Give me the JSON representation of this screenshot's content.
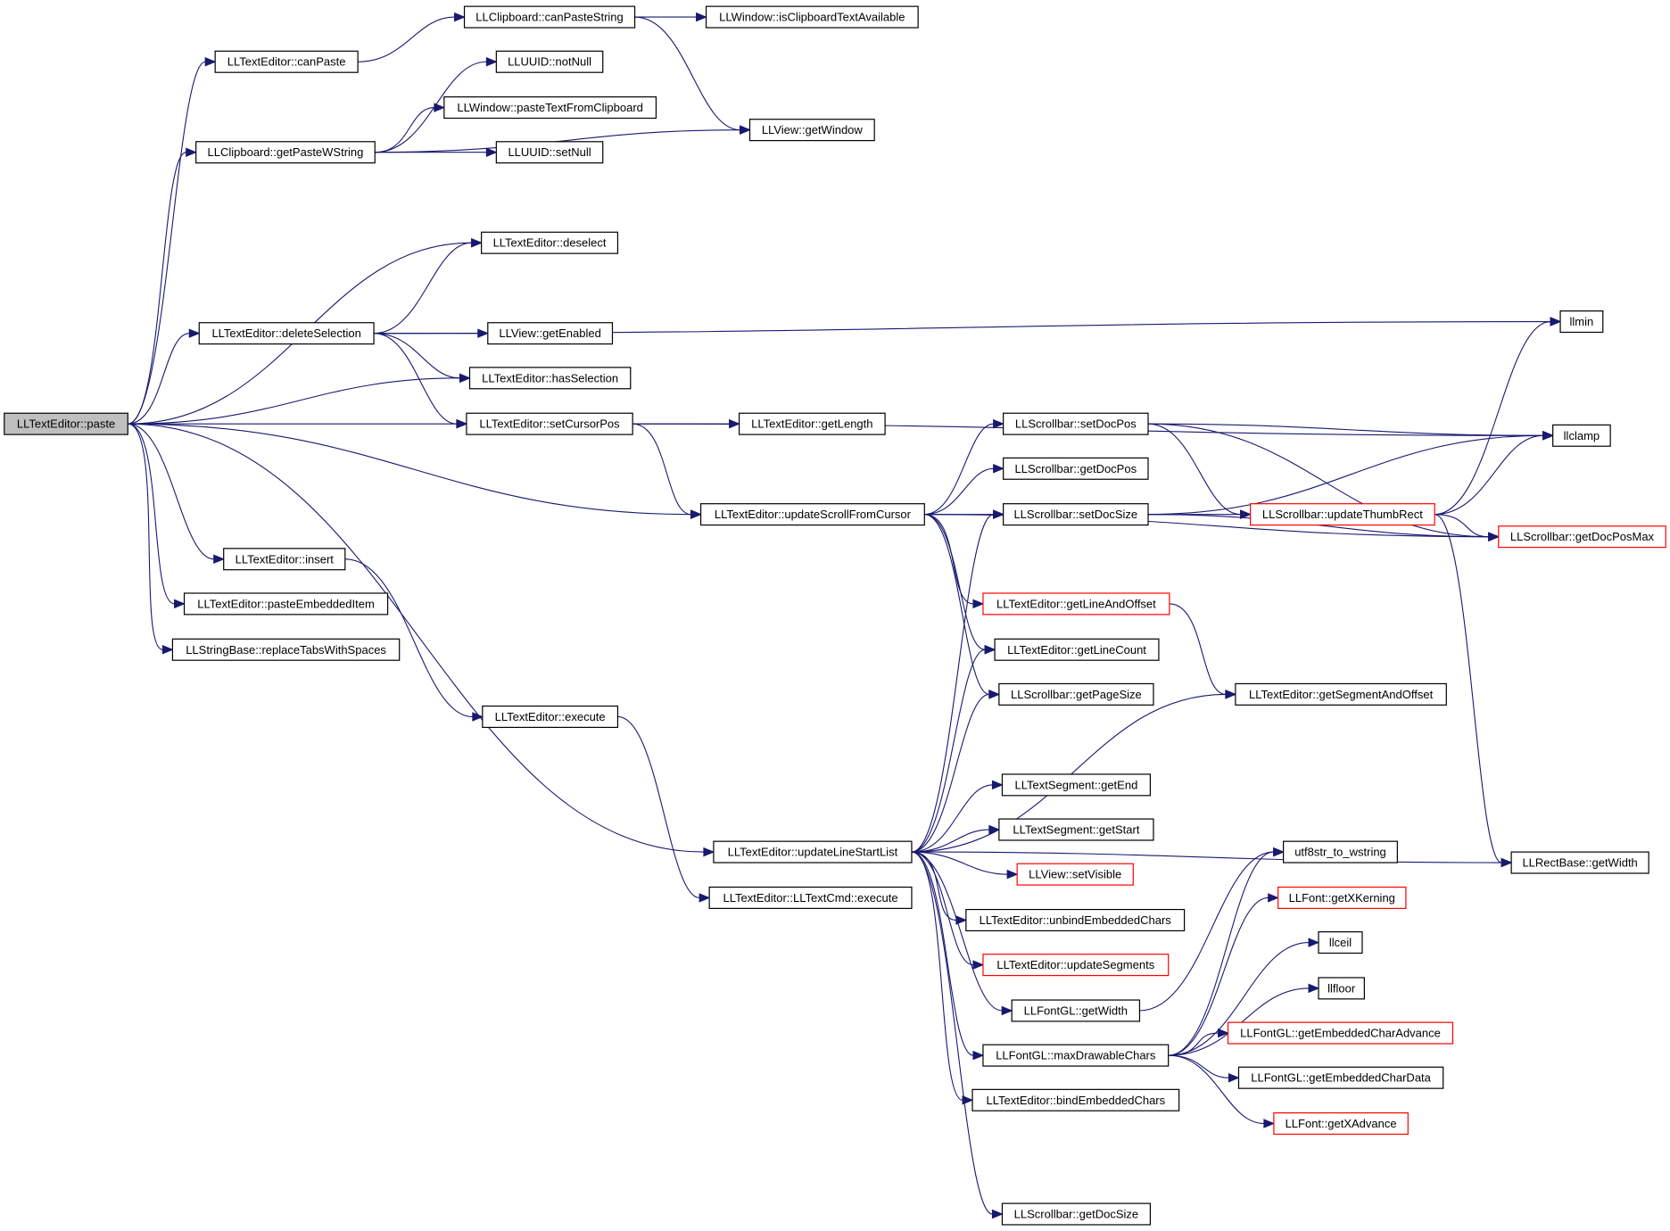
{
  "graph": {
    "root": "paste",
    "nodes": [
      {
        "id": "paste",
        "label": "LLTextEditor::paste",
        "style": "root"
      },
      {
        "id": "canPaste",
        "label": "LLTextEditor::canPaste",
        "style": "normal"
      },
      {
        "id": "canPasteString",
        "label": "LLClipboard::canPasteString",
        "style": "normal"
      },
      {
        "id": "isClipboardTextAvailable",
        "label": "LLWindow::isClipboardTextAvailable",
        "style": "normal"
      },
      {
        "id": "getWindow",
        "label": "LLView::getWindow",
        "style": "normal"
      },
      {
        "id": "notNull",
        "label": "LLUUID::notNull",
        "style": "normal"
      },
      {
        "id": "pasteTextFromClipboard",
        "label": "LLWindow::pasteTextFromClipboard",
        "style": "normal"
      },
      {
        "id": "getPasteWString",
        "label": "LLClipboard::getPasteWString",
        "style": "normal"
      },
      {
        "id": "setNull",
        "label": "LLUUID::setNull",
        "style": "normal"
      },
      {
        "id": "deselect",
        "label": "LLTextEditor::deselect",
        "style": "normal"
      },
      {
        "id": "llmin",
        "label": "llmin",
        "style": "normal"
      },
      {
        "id": "deleteSelection",
        "label": "LLTextEditor::deleteSelection",
        "style": "normal"
      },
      {
        "id": "getEnabled",
        "label": "LLView::getEnabled",
        "style": "normal"
      },
      {
        "id": "hasSelection",
        "label": "LLTextEditor::hasSelection",
        "style": "normal"
      },
      {
        "id": "setCursorPos",
        "label": "LLTextEditor::setCursorPos",
        "style": "normal"
      },
      {
        "id": "getLength",
        "label": "LLTextEditor::getLength",
        "style": "normal"
      },
      {
        "id": "setDocPos",
        "label": "LLScrollbar::setDocPos",
        "style": "normal"
      },
      {
        "id": "llclamp",
        "label": "llclamp",
        "style": "normal"
      },
      {
        "id": "getDocPos",
        "label": "LLScrollbar::getDocPos",
        "style": "normal"
      },
      {
        "id": "updateScrollFromCursor",
        "label": "LLTextEditor::updateScrollFromCursor",
        "style": "normal"
      },
      {
        "id": "setDocSize",
        "label": "LLScrollbar::setDocSize",
        "style": "normal"
      },
      {
        "id": "updateThumbRect",
        "label": "LLScrollbar::updateThumbRect",
        "style": "truncated"
      },
      {
        "id": "getDocPosMax",
        "label": "LLScrollbar::getDocPosMax",
        "style": "truncated"
      },
      {
        "id": "insert",
        "label": "LLTextEditor::insert",
        "style": "normal"
      },
      {
        "id": "pasteEmbeddedItem",
        "label": "LLTextEditor::pasteEmbeddedItem",
        "style": "normal"
      },
      {
        "id": "replaceTabsWithSpaces",
        "label": "LLStringBase::replaceTabsWithSpaces",
        "style": "normal"
      },
      {
        "id": "getLineAndOffset",
        "label": "LLTextEditor::getLineAndOffset",
        "style": "truncated"
      },
      {
        "id": "getLineCount",
        "label": "LLTextEditor::getLineCount",
        "style": "normal"
      },
      {
        "id": "getPageSize",
        "label": "LLScrollbar::getPageSize",
        "style": "normal"
      },
      {
        "id": "getSegmentAndOffset",
        "label": "LLTextEditor::getSegmentAndOffset",
        "style": "normal"
      },
      {
        "id": "execute",
        "label": "LLTextEditor::execute",
        "style": "normal"
      },
      {
        "id": "getEnd",
        "label": "LLTextSegment::getEnd",
        "style": "normal"
      },
      {
        "id": "getStart",
        "label": "LLTextSegment::getStart",
        "style": "normal"
      },
      {
        "id": "updateLineStartList",
        "label": "LLTextEditor::updateLineStartList",
        "style": "normal"
      },
      {
        "id": "utf8str_to_wstring",
        "label": "utf8str_to_wstring",
        "style": "normal"
      },
      {
        "id": "getWidth",
        "label": "LLRectBase::getWidth",
        "style": "normal"
      },
      {
        "id": "setVisible",
        "label": "LLView::setVisible",
        "style": "truncated"
      },
      {
        "id": "cmdExecute",
        "label": "LLTextEditor::LLTextCmd::execute",
        "style": "normal"
      },
      {
        "id": "getXKerning",
        "label": "LLFont::getXKerning",
        "style": "truncated"
      },
      {
        "id": "unbindEmbeddedChars",
        "label": "LLTextEditor::unbindEmbeddedChars",
        "style": "normal"
      },
      {
        "id": "llceil",
        "label": "llceil",
        "style": "normal"
      },
      {
        "id": "updateSegments",
        "label": "LLTextEditor::updateSegments",
        "style": "truncated"
      },
      {
        "id": "llfloor",
        "label": "llfloor",
        "style": "normal"
      },
      {
        "id": "fontGetWidth",
        "label": "LLFontGL::getWidth",
        "style": "normal"
      },
      {
        "id": "getEmbeddedCharAdvance",
        "label": "LLFontGL::getEmbeddedCharAdvance",
        "style": "truncated"
      },
      {
        "id": "maxDrawableChars",
        "label": "LLFontGL::maxDrawableChars",
        "style": "normal"
      },
      {
        "id": "getEmbeddedCharData",
        "label": "LLFontGL::getEmbeddedCharData",
        "style": "normal"
      },
      {
        "id": "bindEmbeddedChars",
        "label": "LLTextEditor::bindEmbeddedChars",
        "style": "normal"
      },
      {
        "id": "getXAdvance",
        "label": "LLFont::getXAdvance",
        "style": "truncated"
      },
      {
        "id": "getDocSize",
        "label": "LLScrollbar::getDocSize",
        "style": "normal"
      }
    ],
    "edges": [
      {
        "from": "paste",
        "to": "canPaste"
      },
      {
        "from": "paste",
        "to": "getPasteWString"
      },
      {
        "from": "paste",
        "to": "deselect"
      },
      {
        "from": "paste",
        "to": "deleteSelection"
      },
      {
        "from": "paste",
        "to": "hasSelection"
      },
      {
        "from": "paste",
        "to": "setCursorPos"
      },
      {
        "from": "paste",
        "to": "updateScrollFromCursor"
      },
      {
        "from": "paste",
        "to": "updateLineStartList"
      },
      {
        "from": "paste",
        "to": "insert"
      },
      {
        "from": "paste",
        "to": "pasteEmbeddedItem"
      },
      {
        "from": "paste",
        "to": "replaceTabsWithSpaces"
      },
      {
        "from": "canPaste",
        "to": "canPasteString"
      },
      {
        "from": "canPasteString",
        "to": "isClipboardTextAvailable"
      },
      {
        "from": "canPasteString",
        "to": "getWindow"
      },
      {
        "from": "getPasteWString",
        "to": "notNull"
      },
      {
        "from": "getPasteWString",
        "to": "pasteTextFromClipboard"
      },
      {
        "from": "getPasteWString",
        "to": "setNull"
      },
      {
        "from": "getPasteWString",
        "to": "getWindow"
      },
      {
        "from": "deleteSelection",
        "to": "deselect"
      },
      {
        "from": "deleteSelection",
        "to": "llmin"
      },
      {
        "from": "deleteSelection",
        "to": "getEnabled"
      },
      {
        "from": "deleteSelection",
        "to": "hasSelection"
      },
      {
        "from": "deleteSelection",
        "to": "setCursorPos"
      },
      {
        "from": "setCursorPos",
        "to": "llclamp"
      },
      {
        "from": "setCursorPos",
        "to": "getLength"
      },
      {
        "from": "setCursorPos",
        "to": "updateScrollFromCursor"
      },
      {
        "from": "updateScrollFromCursor",
        "to": "setDocPos"
      },
      {
        "from": "updateScrollFromCursor",
        "to": "getDocPos"
      },
      {
        "from": "updateScrollFromCursor",
        "to": "setDocSize"
      },
      {
        "from": "updateScrollFromCursor",
        "to": "getDocPosMax"
      },
      {
        "from": "updateScrollFromCursor",
        "to": "getLineAndOffset"
      },
      {
        "from": "updateScrollFromCursor",
        "to": "getLineCount"
      },
      {
        "from": "updateScrollFromCursor",
        "to": "getPageSize"
      },
      {
        "from": "setDocPos",
        "to": "llclamp"
      },
      {
        "from": "setDocPos",
        "to": "updateThumbRect"
      },
      {
        "from": "setDocPos",
        "to": "getDocPosMax"
      },
      {
        "from": "setDocSize",
        "to": "llclamp"
      },
      {
        "from": "setDocSize",
        "to": "updateThumbRect"
      },
      {
        "from": "setDocSize",
        "to": "getDocPosMax"
      },
      {
        "from": "updateThumbRect",
        "to": "llmin"
      },
      {
        "from": "updateThumbRect",
        "to": "llclamp"
      },
      {
        "from": "updateThumbRect",
        "to": "getDocPosMax"
      },
      {
        "from": "updateThumbRect",
        "to": "getWidth"
      },
      {
        "from": "getLineAndOffset",
        "to": "getSegmentAndOffset"
      },
      {
        "from": "insert",
        "to": "execute"
      },
      {
        "from": "execute",
        "to": "cmdExecute"
      },
      {
        "from": "updateLineStartList",
        "to": "setDocSize"
      },
      {
        "from": "updateLineStartList",
        "to": "getLineCount"
      },
      {
        "from": "updateLineStartList",
        "to": "getPageSize"
      },
      {
        "from": "updateLineStartList",
        "to": "getSegmentAndOffset"
      },
      {
        "from": "updateLineStartList",
        "to": "getEnd"
      },
      {
        "from": "updateLineStartList",
        "to": "getStart"
      },
      {
        "from": "updateLineStartList",
        "to": "setVisible"
      },
      {
        "from": "updateLineStartList",
        "to": "unbindEmbeddedChars"
      },
      {
        "from": "updateLineStartList",
        "to": "updateSegments"
      },
      {
        "from": "updateLineStartList",
        "to": "fontGetWidth"
      },
      {
        "from": "updateLineStartList",
        "to": "maxDrawableChars"
      },
      {
        "from": "updateLineStartList",
        "to": "bindEmbeddedChars"
      },
      {
        "from": "updateLineStartList",
        "to": "getDocSize"
      },
      {
        "from": "updateLineStartList",
        "to": "getWidth"
      },
      {
        "from": "fontGetWidth",
        "to": "utf8str_to_wstring"
      },
      {
        "from": "maxDrawableChars",
        "to": "utf8str_to_wstring"
      },
      {
        "from": "maxDrawableChars",
        "to": "getXKerning"
      },
      {
        "from": "maxDrawableChars",
        "to": "llceil"
      },
      {
        "from": "maxDrawableChars",
        "to": "llfloor"
      },
      {
        "from": "maxDrawableChars",
        "to": "getEmbeddedCharAdvance"
      },
      {
        "from": "maxDrawableChars",
        "to": "getEmbeddedCharData"
      },
      {
        "from": "maxDrawableChars",
        "to": "getXAdvance"
      }
    ]
  }
}
